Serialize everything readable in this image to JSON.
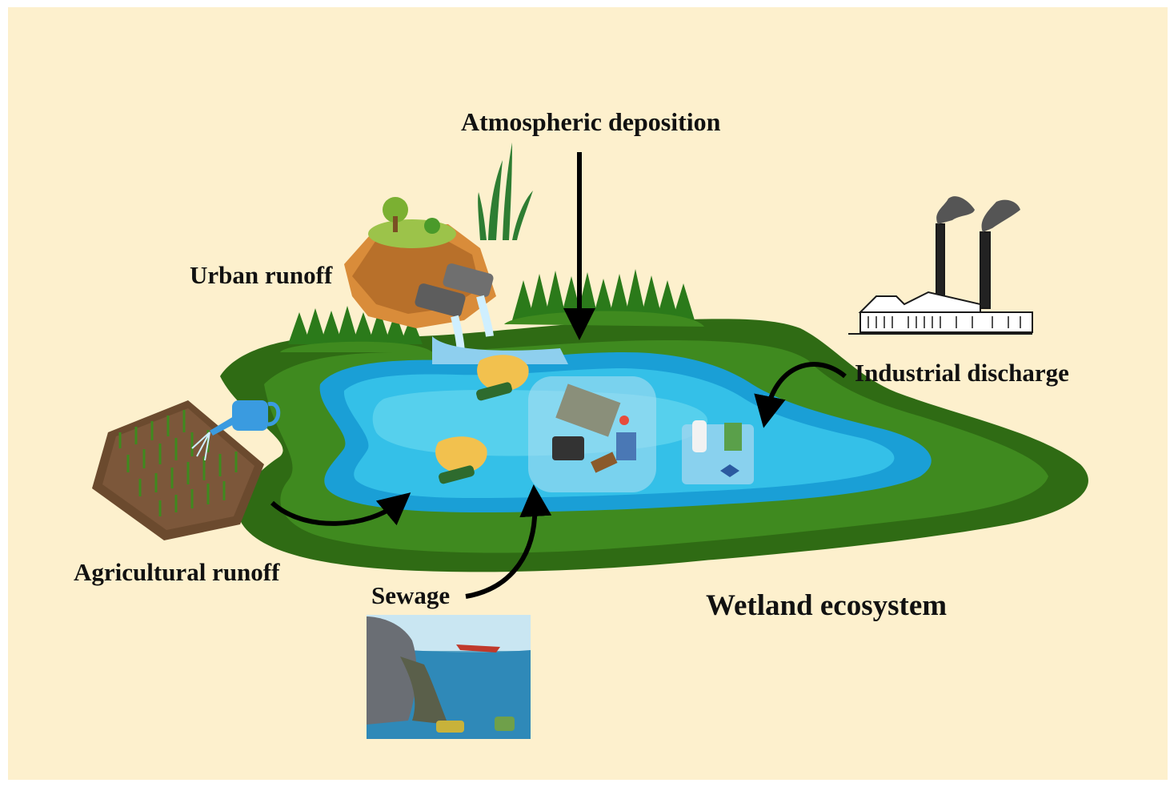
{
  "diagram": {
    "labels": {
      "atmospheric": "Atmospheric deposition",
      "urban": "Urban runoff",
      "industrial": "Industrial discharge",
      "agricultural": "Agricultural runoff",
      "sewage": "Sewage",
      "wetland": "Wetland ecosystem"
    },
    "colors": {
      "background": "#fdf0cd",
      "dark_green": "#2f6b14",
      "mid_green": "#3f8a1f",
      "water_dark": "#1a9fd6",
      "water_light": "#5fd3ee",
      "soil": "#6b4a2e",
      "rock": "#d98c3a",
      "arrow": "#000000"
    },
    "icons": [
      "factory-icon",
      "farm-field-icon",
      "watering-can-icon",
      "rock-outcrop-icon",
      "drain-pipe-icon",
      "trash-cluster-icon",
      "sewage-scene-icon",
      "forest-icon"
    ]
  }
}
